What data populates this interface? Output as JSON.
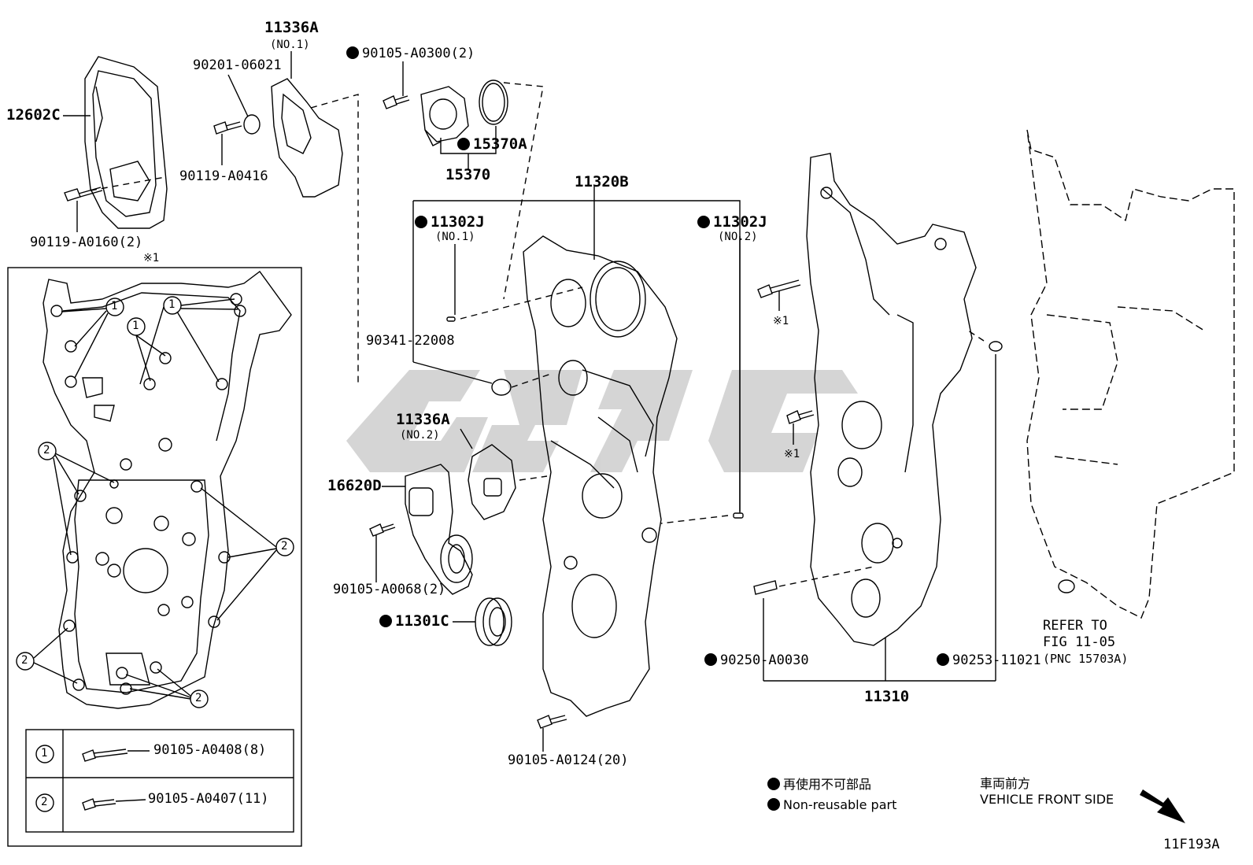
{
  "parts": {
    "p12602C": "12602C",
    "p11336A_1": "11336A",
    "p11336A_1_sub": "(NO.1)",
    "p90201": "90201-06021",
    "p90119_A0416": "90119-A0416",
    "p90119_A0160": "90119-A0160(2)",
    "note_mark_1": "※1",
    "p90105_A0300": "90105-A0300(2)",
    "p15370A": "15370A",
    "p15370": "15370",
    "p11320B": "11320B",
    "p11302J_1": "11302J",
    "p11302J_1_sub": "(NO.1)",
    "p11302J_2": "11302J",
    "p11302J_2_sub": "(NO.2)",
    "p90341": "90341-22008",
    "p11336A_2": "11336A",
    "p11336A_2_sub": "(NO.2)",
    "p16620D": "16620D",
    "p90105_A0068": "90105-A0068(2)",
    "p11301C": "11301C",
    "p90105_A0124": "90105-A0124(20)",
    "bolt_mark_a": "※1",
    "bolt_mark_b": "※1",
    "p90250": "90250-A0030",
    "p90253": "90253-11021",
    "p11310": "11310",
    "refer_line1": "REFER TO",
    "refer_line2": "FIG 11-05",
    "refer_line3": "(PNC 15703A)"
  },
  "inset": {
    "callout_1": "1",
    "callout_2": "2",
    "table": [
      {
        "num": "1",
        "part": "90105-A0408(8)"
      },
      {
        "num": "2",
        "part": "90105-A0407(11)"
      }
    ]
  },
  "legend": {
    "jp": "再使用不可部品",
    "en": "Non-reusable part",
    "front_jp": "車両前方",
    "front_en": "VEHICLE FRONT SIDE"
  },
  "figure_id": "11F193A"
}
